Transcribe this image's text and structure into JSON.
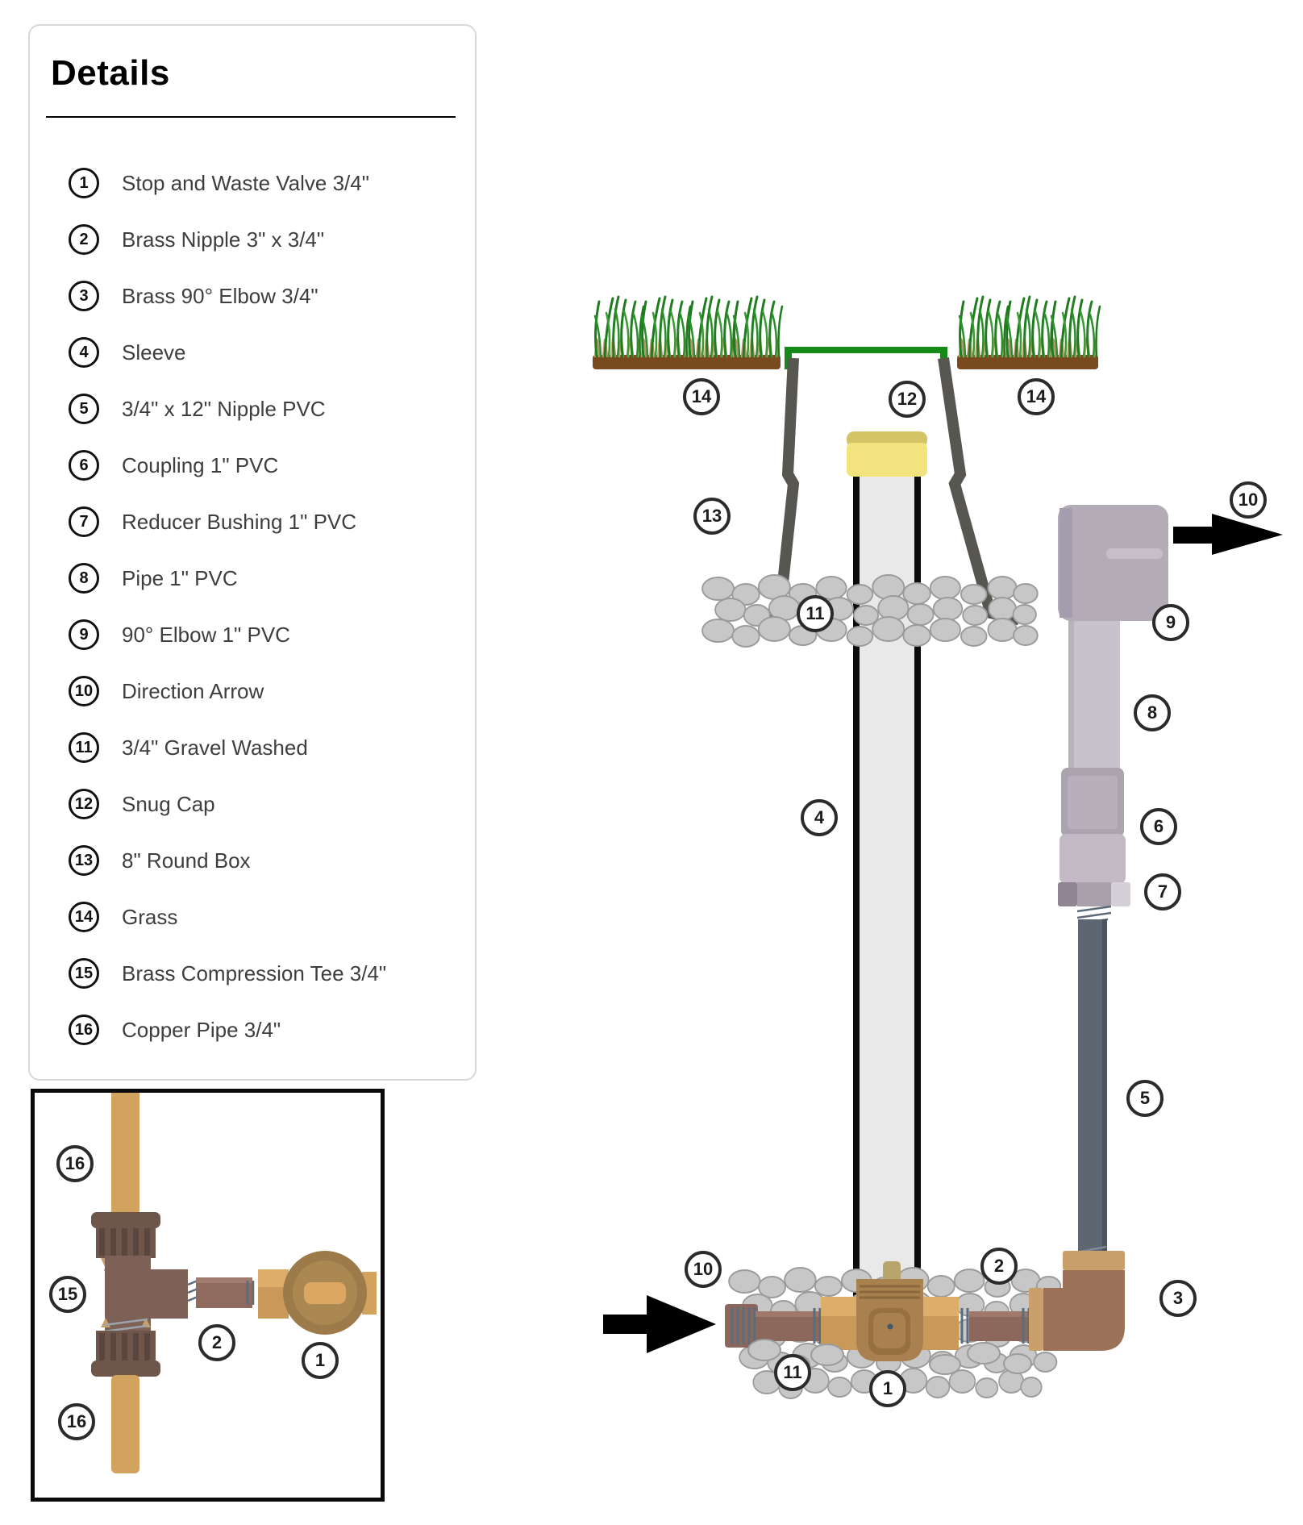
{
  "panel": {
    "title": "Details",
    "items": [
      {
        "n": "1",
        "label": "Stop and Waste Valve 3/4\""
      },
      {
        "n": "2",
        "label": "Brass Nipple 3\" x 3/4\""
      },
      {
        "n": "3",
        "label": "Brass 90° Elbow 3/4\""
      },
      {
        "n": "4",
        "label": "Sleeve"
      },
      {
        "n": "5",
        "label": "3/4\" x 12\" Nipple PVC"
      },
      {
        "n": "6",
        "label": "Coupling 1\" PVC"
      },
      {
        "n": "7",
        "label": "Reducer Bushing 1\" PVC"
      },
      {
        "n": "8",
        "label": "Pipe 1\" PVC"
      },
      {
        "n": "9",
        "label": "90° Elbow 1\" PVC"
      },
      {
        "n": "10",
        "label": "Direction Arrow"
      },
      {
        "n": "11",
        "label": "3/4\" Gravel Washed"
      },
      {
        "n": "12",
        "label": "Snug Cap"
      },
      {
        "n": "13",
        "label": "8\" Round Box"
      },
      {
        "n": "14",
        "label": "Grass"
      },
      {
        "n": "15",
        "label": "Brass Compression Tee 3/4\""
      },
      {
        "n": "16",
        "label": "Copper Pipe 3/4\""
      }
    ]
  },
  "diagram": {
    "badges": [
      {
        "n": "14"
      },
      {
        "n": "12"
      },
      {
        "n": "14"
      },
      {
        "n": "13"
      },
      {
        "n": "10"
      },
      {
        "n": "9"
      },
      {
        "n": "11"
      },
      {
        "n": "8"
      },
      {
        "n": "4"
      },
      {
        "n": "6"
      },
      {
        "n": "7"
      },
      {
        "n": "5"
      },
      {
        "n": "10"
      },
      {
        "n": "2"
      },
      {
        "n": "3"
      },
      {
        "n": "11"
      },
      {
        "n": "1"
      }
    ]
  },
  "inset": {
    "badges": [
      {
        "n": "16"
      },
      {
        "n": "15"
      },
      {
        "n": "2"
      },
      {
        "n": "1"
      },
      {
        "n": "16"
      }
    ]
  },
  "colors": {
    "grass_green": "#1e7b1e",
    "thatch_tan": "#c2a077",
    "soil_brown": "#7a4a1f",
    "box_lid_green": "#168a16",
    "box_wall_gray": "#575650",
    "sleeve_gray": "#e9e9e9",
    "snug_cap_yellow": "#f1e47e",
    "gravel_gray": "#c7c7c7",
    "pvc_fitting": "#b3abb5",
    "pvc_pipe": "#c8c2ca",
    "pvc_nipple_slate": "#5d6771",
    "brass_tan": "#c9995a",
    "valve_brown": "#a9814f",
    "brass_pipe_brown": "#8c685c",
    "copper": "#d2a35f",
    "compression_tee_brown": "#7d6156",
    "arrow_black": "#000000"
  }
}
